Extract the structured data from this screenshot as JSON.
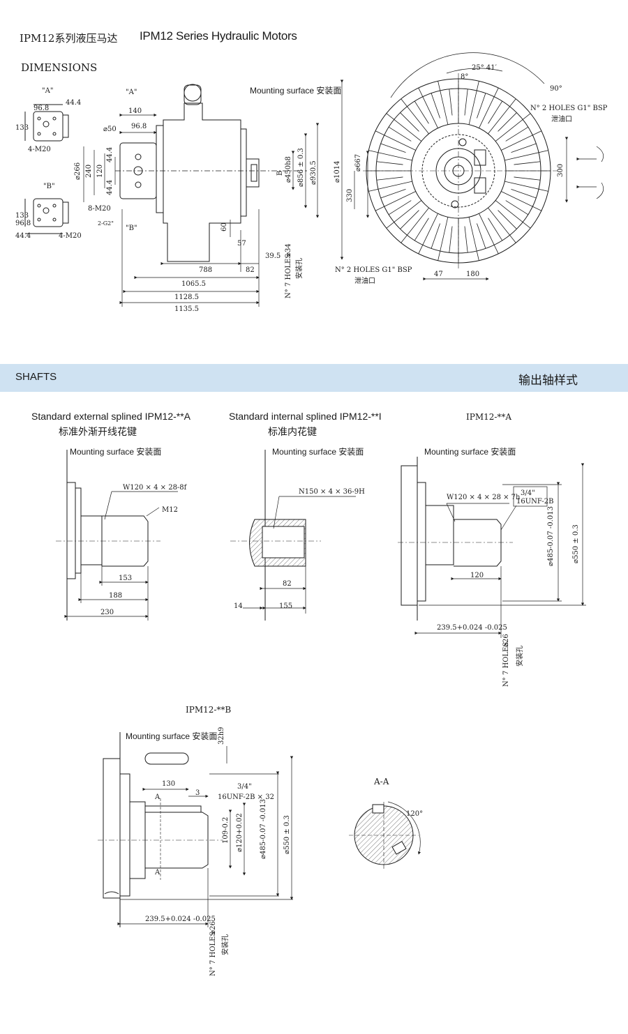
{
  "header": {
    "title_cn": "IPM12系列液压马达",
    "title_en": "IPM12 Series Hydraulic Motors",
    "dimensions_label": "DIMENSIONS"
  },
  "top_drawing": {
    "view_a_label": "\"A\"",
    "view_b_label": "\"B\"",
    "view_a_dims": [
      "96.8",
      "44.4",
      "133",
      "4-M20"
    ],
    "view_b_dims": [
      "133",
      "96.8",
      "44.4",
      "4-M20"
    ],
    "side_labels": {
      "a_top": "\"A\"",
      "b_bottom": "\"B\"",
      "d140": "140",
      "d50": "⌀50",
      "d96_8": "96.8",
      "d266": "⌀266",
      "d240": "240",
      "d120": "120",
      "d44_4a": "44.4",
      "d44_4b": "44.4",
      "m20": "8-M20",
      "g2": "2-G2\"",
      "mounting_surface": "Mounting surface 安装面",
      "b_marker": "B",
      "d450": "⌀450h8",
      "d856": "⌀856 ± 0.3",
      "d930": "⌀930.5",
      "d60": "60",
      "d57": "57",
      "d39_5": "39.5",
      "d34": "⌀34",
      "d788": "788",
      "d82": "82",
      "d1065": "1065.5",
      "d1128": "1128.5",
      "d1135": "1135.5",
      "holes7": "N° 7 HOLES",
      "holes7_cn": "安装孔"
    },
    "front_labels": {
      "angle": "25° 41′",
      "angle8": "8°",
      "angle90": "90°",
      "holes_top": "N° 2 HOLES G1\" BSP",
      "holes_top_cn": "泄油口",
      "holes_bottom": "N° 2 HOLES G1\" BSP",
      "holes_bottom_cn": "泄油口",
      "d1014": "⌀1014",
      "d667": "⌀667",
      "d330": "330",
      "d300": "300",
      "d47": "47",
      "d180": "180"
    }
  },
  "shafts_section": {
    "label_en": "SHAFTS",
    "label_cn": "输出轴样式"
  },
  "shaft_external": {
    "title_en": "Standard  external splined IPM12-**A",
    "title_cn": "标准外渐开线花键",
    "mounting": "Mounting surface 安装面",
    "spline": "W120 × 4 × 28-8f",
    "m12": "M12",
    "d153": "153",
    "d188": "188",
    "d230": "230"
  },
  "shaft_internal": {
    "title_en": "Standard internal splined IPM12-**I",
    "title_cn": "标准内花键",
    "mounting": "Mounting surface 安装面",
    "spline": "N150 × 4 × 36-9H",
    "d82": "82",
    "d14": "14",
    "d155": "155"
  },
  "shaft_ipm_a": {
    "title": "IPM12-**A",
    "mounting": "Mounting surface 安装面",
    "spline": "W120 × 4 × 28 × 7h",
    "thread": "3/4\"",
    "thread2": "16UNF-2B",
    "d485": "⌀485-0.07 -0.013",
    "d550": "⌀550 ± 0.3",
    "d120": "120",
    "d239": "239.5+0.024 -0.025",
    "d26": "⌀26",
    "holes7": "N° 7 HOLES",
    "holes7_cn": "安装孔"
  },
  "shaft_ipm_b": {
    "title": "IPM12-**B",
    "mounting": "Mounting surface 安装面",
    "d32": "32h9",
    "d130": "130",
    "a_mark": "A",
    "d3": "3",
    "thread": "3/4\"",
    "thread2": "16UNF-2B × 32",
    "d109": "109-0.2",
    "d120": "⌀120+0.02",
    "d485": "⌀485-0.07 -0.013",
    "d550": "⌀550 ± 0.3",
    "d239": "239.5+0.024 -0.025",
    "d26": "⌀26",
    "holes7": "N° 7 HOLES",
    "holes7_cn": "安装孔"
  },
  "section_aa": {
    "title": "A-A",
    "angle": "120°"
  }
}
